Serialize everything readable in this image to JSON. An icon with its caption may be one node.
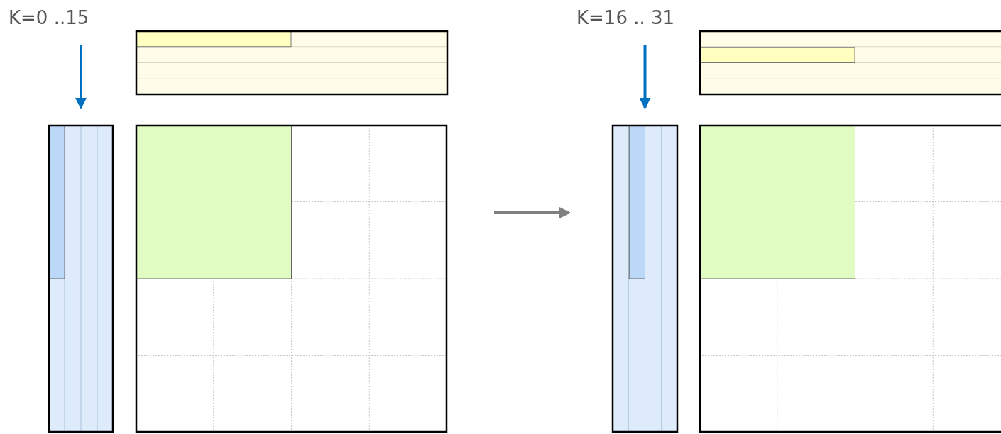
{
  "diagram": {
    "nodes": [
      {
        "text": [
          "K=0 ..15"
        ]
      },
      {
        "text": [],
        "shape": "box"
      },
      {
        "text": [],
        "shape": "box"
      },
      {
        "text": [],
        "shape": "box"
      },
      {
        "text": [
          "K=16 .. 31"
        ]
      },
      {
        "text": [],
        "shape": "box"
      },
      {
        "text": [],
        "shape": "box"
      },
      {
        "text": [],
        "shape": "box"
      }
    ],
    "edges": [
      {
        "from": 0,
        "to": 1,
        "arrow": "to",
        "color": "#0070c0"
      },
      {
        "from": 3,
        "to": 5,
        "arrow": "to",
        "color": "#808080"
      },
      {
        "from": 4,
        "to": 5,
        "arrow": "to",
        "color": "#0070c0"
      }
    ]
  }
}
